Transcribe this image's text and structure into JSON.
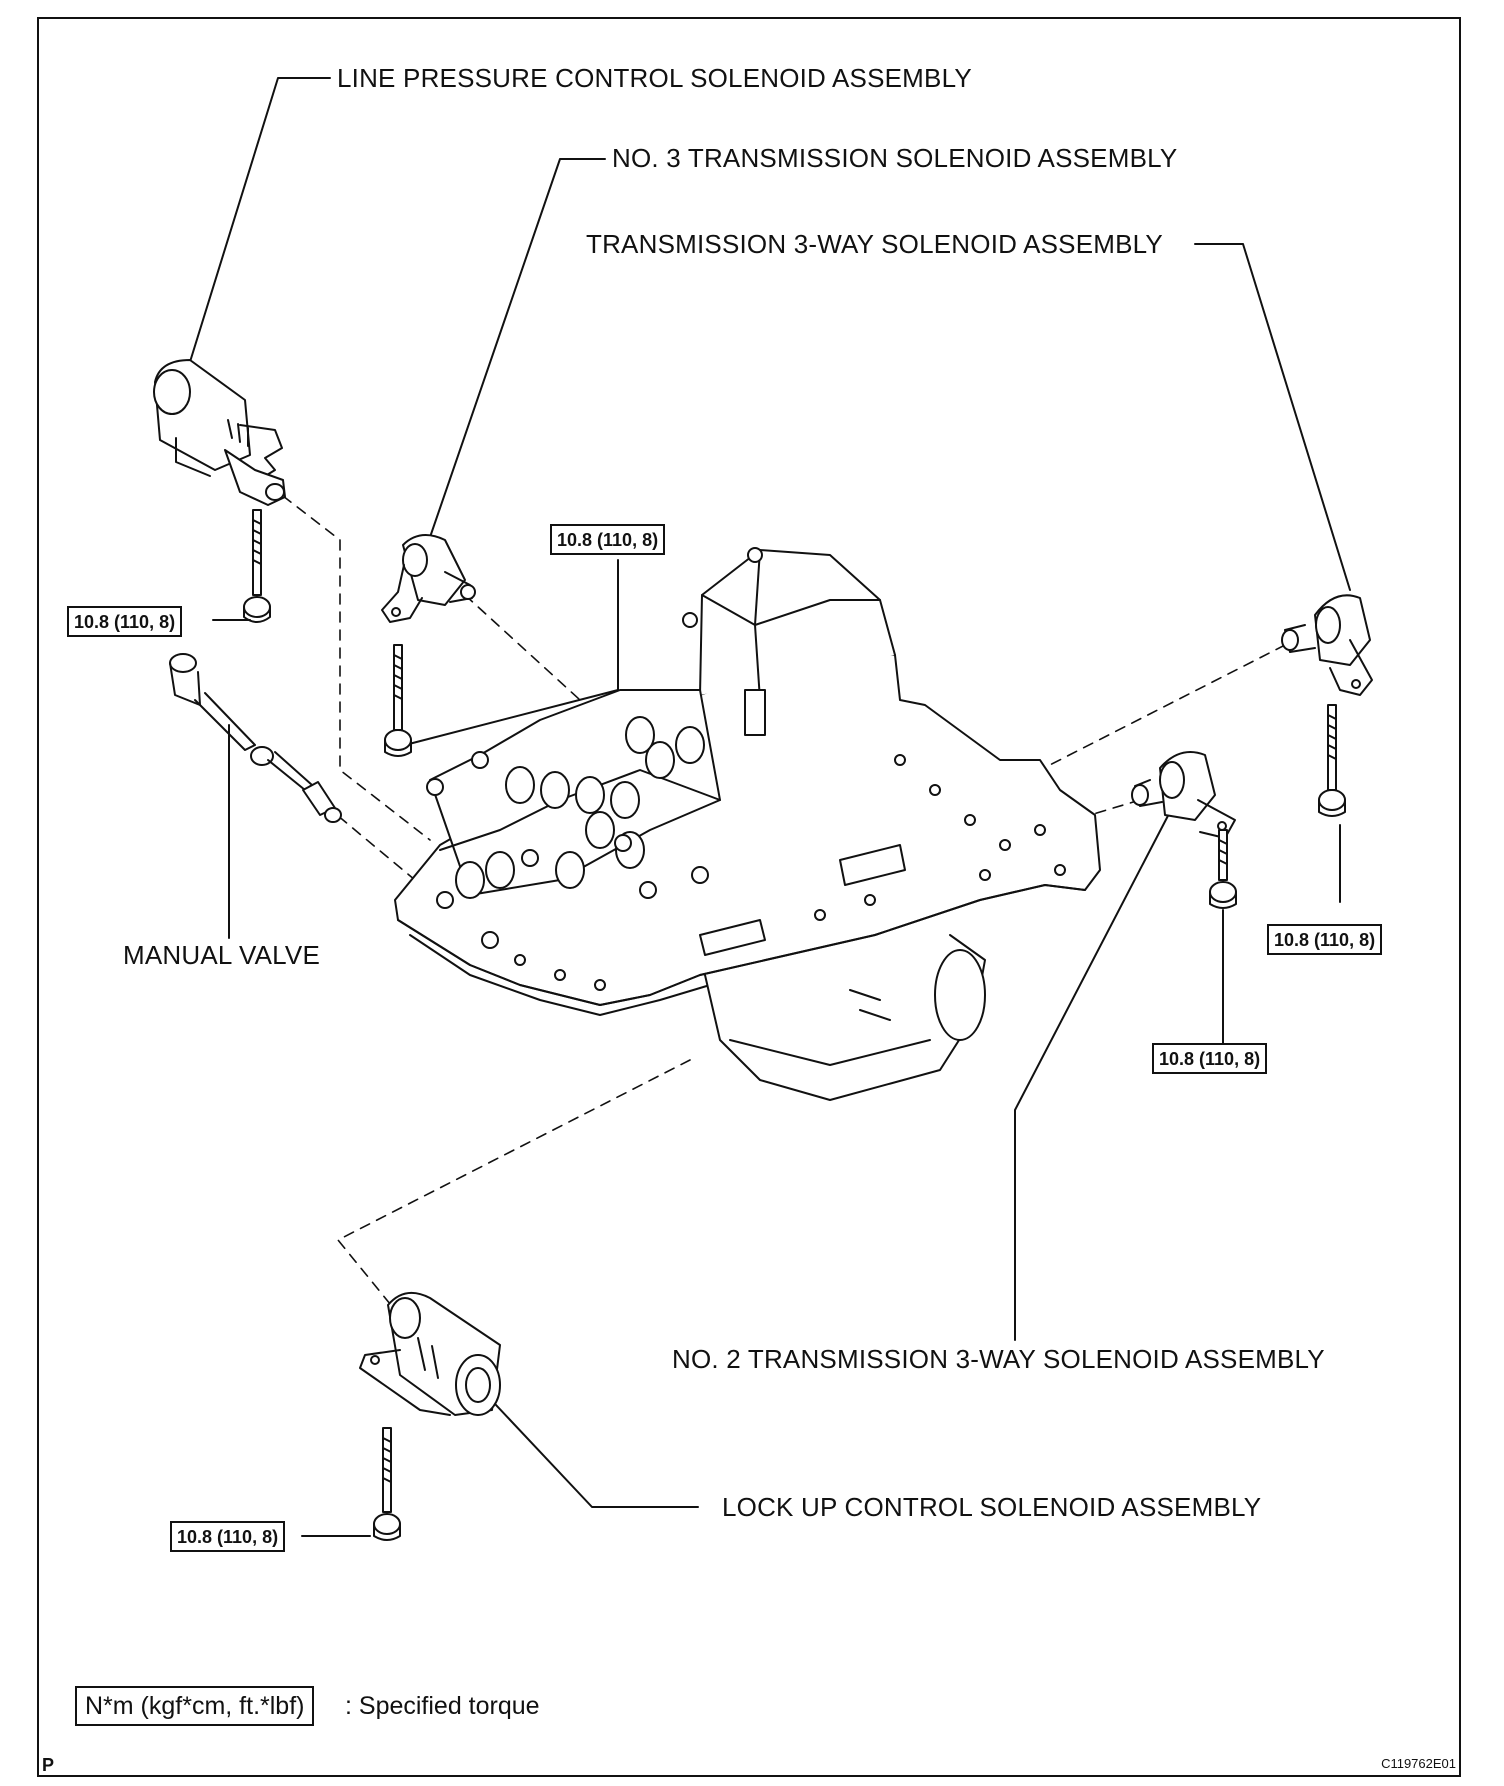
{
  "labels": {
    "line_pressure": "LINE PRESSURE CONTROL SOLENOID ASSEMBLY",
    "no3_solenoid": "NO. 3 TRANSMISSION SOLENOID ASSEMBLY",
    "three_way": "TRANSMISSION 3-WAY SOLENOID ASSEMBLY",
    "manual_valve": "MANUAL VALVE",
    "no2_three_way": "NO. 2 TRANSMISSION 3-WAY SOLENOID ASSEMBLY",
    "lock_up": "LOCK UP CONTROL SOLENOID ASSEMBLY"
  },
  "torque": {
    "t1": "10.8 (110, 8)",
    "t2": "10.8 (110, 8)",
    "t3": "10.8 (110, 8)",
    "t4": "10.8 (110, 8)",
    "t5": "10.8 (110, 8)"
  },
  "legend": {
    "box": "N*m (kgf*cm, ft.*lbf)",
    "text": ": Specified torque"
  },
  "corner_mark": "P",
  "figure_code": "C119762E01"
}
